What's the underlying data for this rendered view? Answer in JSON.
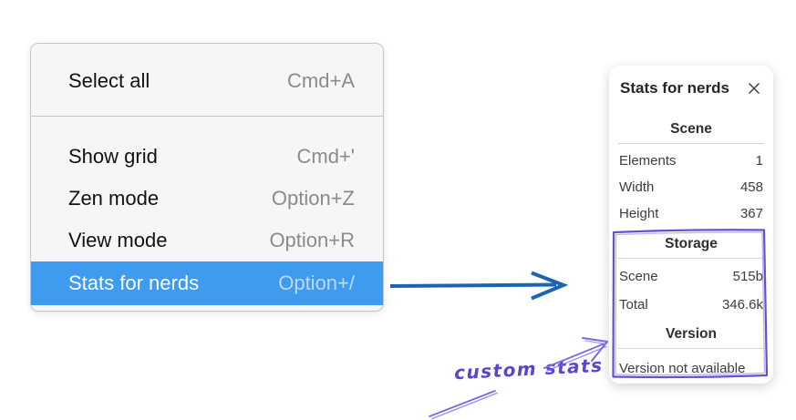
{
  "context_menu": {
    "groups": [
      {
        "items": [
          {
            "label": "Select all",
            "shortcut": "Cmd+A",
            "highlighted": false
          }
        ]
      },
      {
        "items": [
          {
            "label": "Show grid",
            "shortcut": "Cmd+'",
            "highlighted": false
          },
          {
            "label": "Zen mode",
            "shortcut": "Option+Z",
            "highlighted": false
          },
          {
            "label": "View mode",
            "shortcut": "Option+R",
            "highlighted": false
          },
          {
            "label": "Stats for nerds",
            "shortcut": "Option+/",
            "highlighted": true
          }
        ]
      }
    ]
  },
  "stats_panel": {
    "title": "Stats for nerds",
    "close_icon": "close-icon",
    "sections": [
      {
        "heading": "Scene",
        "rows": [
          {
            "label": "Elements",
            "value": "1"
          },
          {
            "label": "Width",
            "value": "458"
          },
          {
            "label": "Height",
            "value": "367"
          }
        ]
      },
      {
        "heading": "Storage",
        "rows": [
          {
            "label": "Scene",
            "value": "515b"
          },
          {
            "label": "Total",
            "value": "346.6k"
          }
        ]
      },
      {
        "heading": "Version",
        "rows": [],
        "note": "Version not available"
      }
    ]
  },
  "annotation": {
    "label": "custom stats",
    "highlight_box_target": "Storage and Version sections"
  },
  "colors": {
    "menu_background": "#f6f6f6",
    "menu_highlight_blue": "#3e9bf0",
    "flow_arrow_blue": "#1b64b4",
    "annotation_purple": "#5546d4",
    "annotation_box_purple": "#6152ce"
  }
}
